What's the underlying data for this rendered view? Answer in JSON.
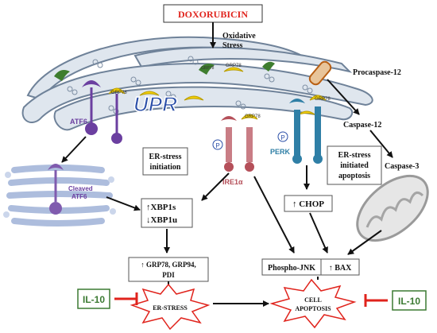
{
  "drug": "DOXORUBICIN",
  "oxidative_stress": [
    "Oxidative",
    "Stress"
  ],
  "upr": "UPR",
  "procaspase12": "Procaspase-12",
  "caspase12": "Caspase-12",
  "caspase3": "Caspase-3",
  "grp78": "GRP78",
  "atf6": "ATF6",
  "cleaved_atf6": [
    "Cleaved",
    "ATF6"
  ],
  "ire1a": "IRE1α",
  "perk": "PERK",
  "p_label": "P",
  "er_stress_initiation": [
    "ER-stress",
    "initiation"
  ],
  "er_stress_apoptosis": [
    "ER-stress",
    "initiated",
    "apoptosis"
  ],
  "xbp1s": "↑XBP1s",
  "xbp1u": "↓XBP1u",
  "chop": "↑ CHOP",
  "grp_box": [
    "↑ GRP78, GRP94,",
    "PDI"
  ],
  "phospho_jnk": "Phospho-JNK",
  "bax": "↑ BAX",
  "er_stress_burst": "ER-STRESS",
  "cell_apoptosis": [
    "CELL",
    "APOPTOSIS"
  ],
  "il10_left": "IL-10",
  "il10_right": "IL-10",
  "colors": {
    "drug_red": "#e0231c",
    "er_fill": "#dfe6ee",
    "er_stroke": "#6f8299",
    "purple": "#6b3fa0",
    "ire_red": "#b5505a",
    "perk_blue": "#2f7fa6",
    "grp_yellow": "#f4d000",
    "green": "#3b7a32",
    "il_red": "#e0231c",
    "upr_blue": "#2b4fa8"
  }
}
